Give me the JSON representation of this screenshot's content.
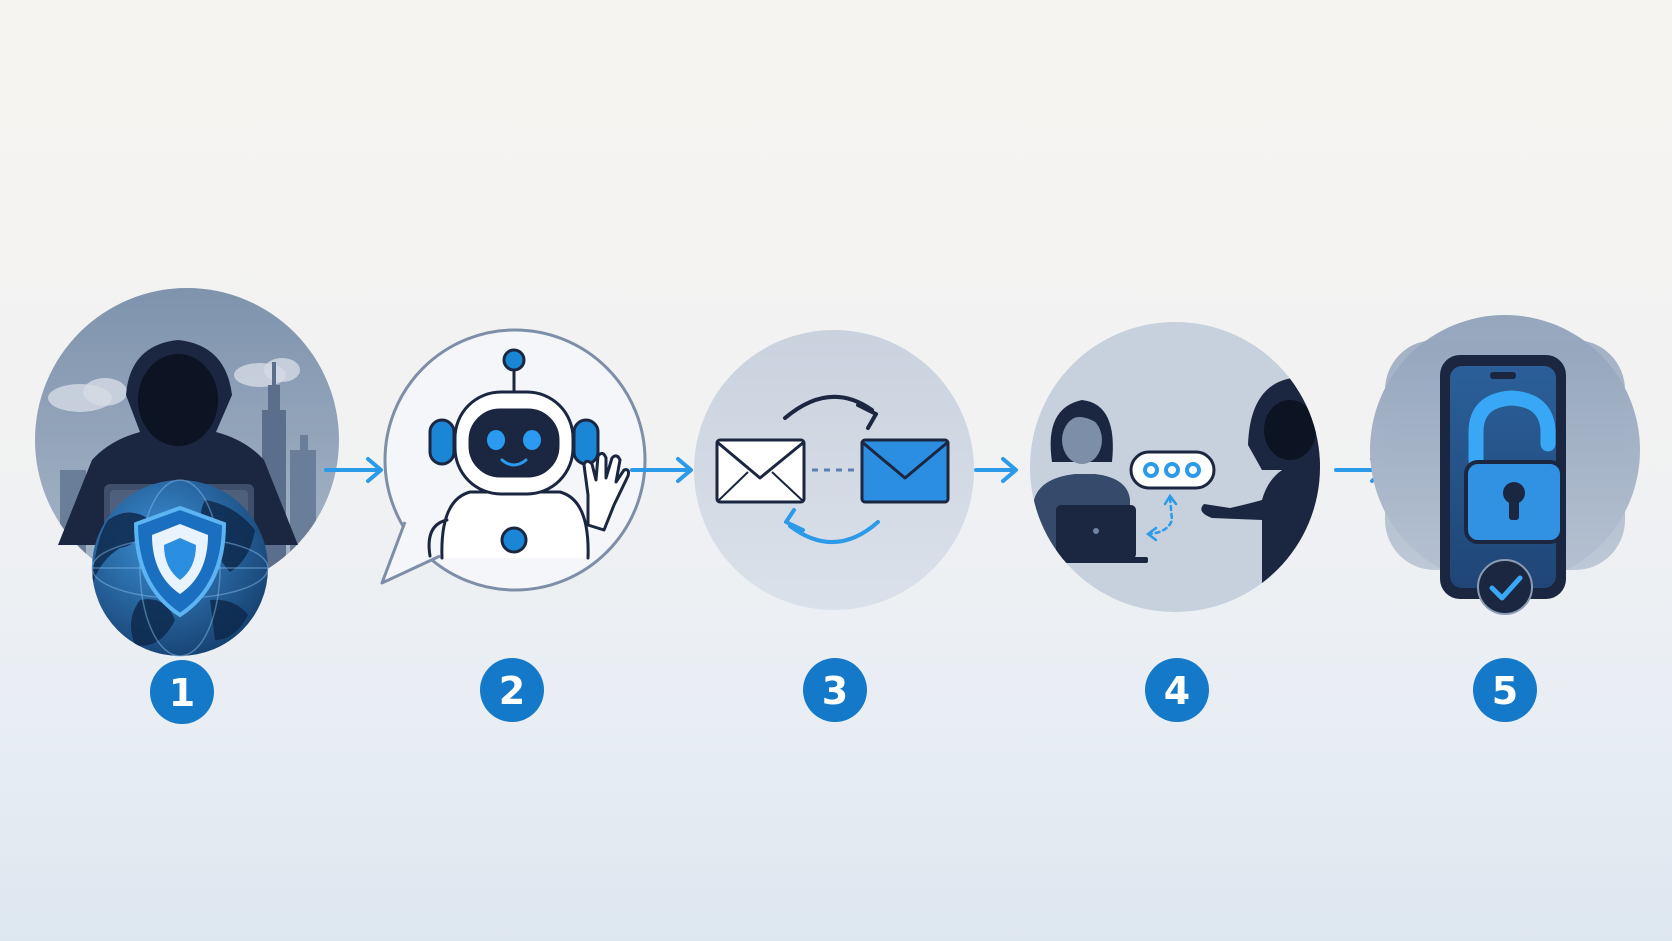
{
  "steps": [
    {
      "number": "1",
      "scene": "hooded-hacker-with-shield-globe",
      "icons": [
        "hacker-icon",
        "laptop-icon",
        "globe-icon",
        "shield-icon"
      ]
    },
    {
      "number": "2",
      "scene": "chatbot-robot-waving",
      "icons": [
        "speech-bubble-icon",
        "robot-icon"
      ]
    },
    {
      "number": "3",
      "scene": "email-exchange",
      "icons": [
        "envelope-icon",
        "envelope-icon",
        "cycle-arrows-icon"
      ]
    },
    {
      "number": "4",
      "scene": "password-handover",
      "icons": [
        "person-icon",
        "laptop-icon",
        "password-field-icon",
        "hacker-icon"
      ]
    },
    {
      "number": "5",
      "scene": "phone-unlocked",
      "icons": [
        "smartphone-icon",
        "unlocked-padlock-icon",
        "check-icon"
      ]
    }
  ],
  "colors": {
    "accent": "#1b86d6",
    "badge": "#1579c9",
    "navy": "#16243d",
    "circle_dark": "#8a9cb4",
    "circle_light": "#c8d2df"
  }
}
